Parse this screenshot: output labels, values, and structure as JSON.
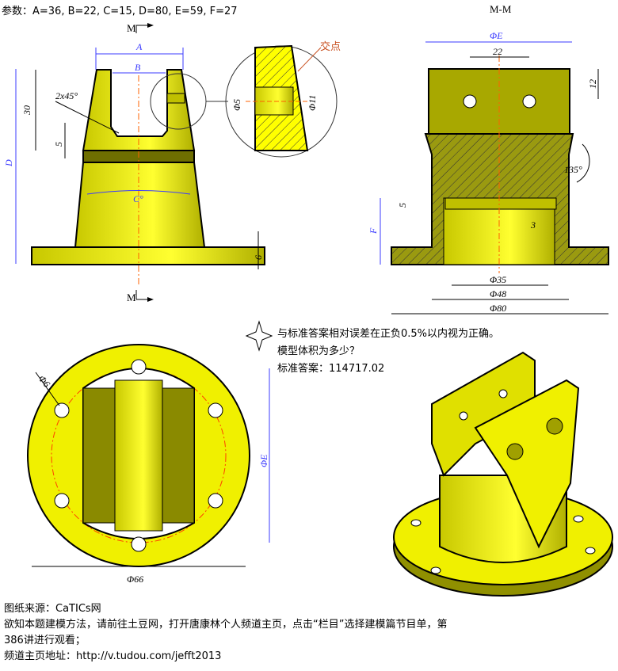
{
  "params": "参数：A=36,  B=22,  C=15,  D=80,  E=59,  F=27",
  "note": {
    "line1": "与标准答案相对误差在正负0.5%以内视为正确。",
    "line2": "模型体积为多少？",
    "line3": "标准答案：114717.02"
  },
  "footer": {
    "line1": "图纸来源：CaTICs网",
    "line2": "欲知本题建模方法，请前往土豆网，打开唐康林个人频道主页，点击“栏目”选择建模篇节目单，第",
    "line3": "386讲进行观看；",
    "line4": "频道主页地址：http://v.tudou.com/jefft2013"
  },
  "front_view": {
    "section_top": "M",
    "section_bottom": "M",
    "A": "A",
    "B": "B",
    "h30": "30",
    "h5": "5",
    "chamfer": "2x45°",
    "C": "C°",
    "D": "D",
    "h6": "6"
  },
  "detail": {
    "d5": "Φ5",
    "d11": "Φ11",
    "intersection": "交点"
  },
  "section_view": {
    "title": "M-M",
    "E": "ΦE",
    "w22": "22",
    "h12": "12",
    "angle": "135°",
    "F": "F",
    "h5": "5",
    "w3": "3",
    "d35": "Φ35",
    "d48": "Φ48",
    "d80": "Φ80"
  },
  "top_view": {
    "d6": "Φ6",
    "E": "ΦE",
    "d66": "Φ66"
  },
  "colors": {
    "yellow": "#f0f000",
    "dark": "#6e6e00",
    "dim": "#3b3bff",
    "center": "#ff6000"
  }
}
